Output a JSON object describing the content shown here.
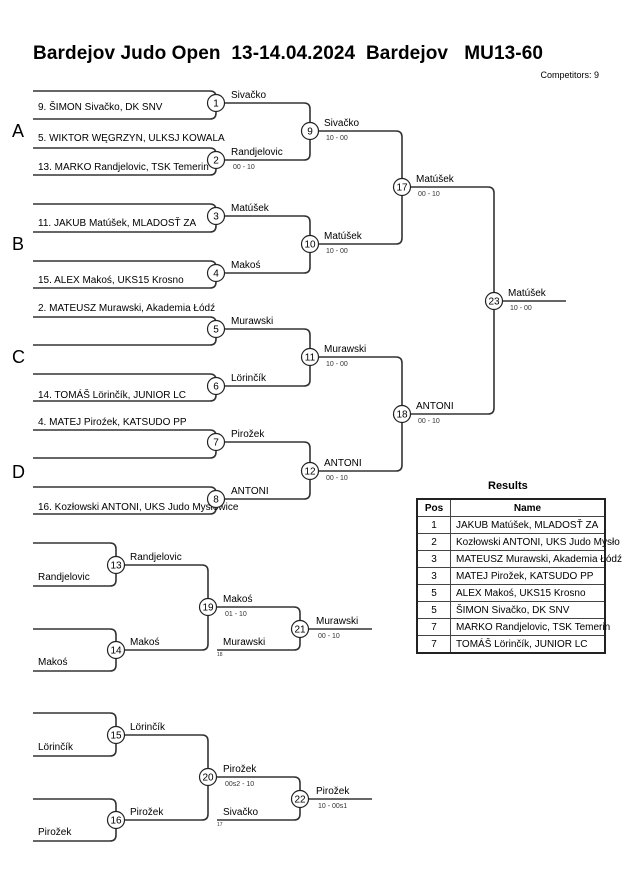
{
  "header": {
    "title": "Bardejov Judo Open  13-14.04.2024  Bardejov   MU13-60",
    "competitors": "Competitors: 9"
  },
  "pools": [
    "A",
    "B",
    "C",
    "D"
  ],
  "entrants": [
    "9. ŠIMON Sivačko, DK SNV",
    "5. WIKTOR WĘGRZYN, ULKSJ KOWALA",
    "13. MARKO Randjelovic, TSK Temerin",
    "11. JAKUB Matúšek, MLADOSŤ ZA",
    "15. ALEX Makoś, UKS15 Krosno",
    "2. MATEUSZ Murawski, Akademia Łódź",
    "14. TOMÁŠ Lörinčík, JUNIOR LC",
    "4. MATEJ Piroźek, KATSUDO PP",
    "16. Kozłowski ANTONI, UKS Judo Mysłowice"
  ],
  "matches": [
    {
      "id": "1",
      "winner": "Sivačko",
      "score": ""
    },
    {
      "id": "2",
      "winner": "Randjelovic",
      "score": "00 - 10"
    },
    {
      "id": "3",
      "winner": "Matúšek",
      "score": ""
    },
    {
      "id": "4",
      "winner": "Makoś",
      "score": ""
    },
    {
      "id": "5",
      "winner": "Murawski",
      "score": ""
    },
    {
      "id": "6",
      "winner": "Lörinčík",
      "score": ""
    },
    {
      "id": "7",
      "winner": "Pirožek",
      "score": ""
    },
    {
      "id": "8",
      "winner": "ANTONI",
      "score": ""
    },
    {
      "id": "9",
      "winner": "Sivačko",
      "score": "10 - 00"
    },
    {
      "id": "10",
      "winner": "Matúšek",
      "score": "10 - 00"
    },
    {
      "id": "11",
      "winner": "Murawski",
      "score": "10 - 00"
    },
    {
      "id": "12",
      "winner": "ANTONI",
      "score": "00 - 10"
    },
    {
      "id": "17",
      "winner": "Matúšek",
      "score": "00 - 10"
    },
    {
      "id": "18",
      "winner": "ANTONI",
      "score": "00 - 10"
    },
    {
      "id": "23",
      "winner": "Matúšek",
      "score": "10 - 00"
    }
  ],
  "repechage": [
    {
      "entrants": [
        "Randjelovic",
        "Makoś"
      ],
      "m_a": {
        "id": "13",
        "winner": "Randjelovic"
      },
      "m_b": {
        "id": "14",
        "winner": "Makoś"
      },
      "m_c": {
        "id": "19",
        "winner": "Makoś",
        "score": "01 - 10"
      },
      "crossover": {
        "name": "Murawski",
        "from": "18"
      },
      "final": {
        "id": "21",
        "winner": "Murawski",
        "score": "00 - 10"
      }
    },
    {
      "entrants": [
        "Lörinčík",
        "Pirožek"
      ],
      "m_a": {
        "id": "15",
        "winner": "Lörinčík"
      },
      "m_b": {
        "id": "16",
        "winner": "Pirožek"
      },
      "m_c": {
        "id": "20",
        "winner": "Pirožek",
        "score": "00s2 - 10"
      },
      "crossover": {
        "name": "Sivačko",
        "from": "17"
      },
      "final": {
        "id": "22",
        "winner": "Pirožek",
        "score": "10 - 00s1"
      }
    }
  ],
  "results": {
    "title": "Results",
    "headers": [
      "Pos",
      "Name"
    ],
    "rows": [
      {
        "pos": "1",
        "name": "JAKUB Matúšek, MLADOSŤ ZA"
      },
      {
        "pos": "2",
        "name": "Kozłowski ANTONI, UKS Judo Mysło"
      },
      {
        "pos": "3",
        "name": "MATEUSZ Murawski, Akademia Łódź"
      },
      {
        "pos": "3",
        "name": "MATEJ Pirožek, KATSUDO PP"
      },
      {
        "pos": "5",
        "name": "ALEX Makoś, UKS15 Krosno"
      },
      {
        "pos": "5",
        "name": "ŠIMON Sivačko, DK SNV"
      },
      {
        "pos": "7",
        "name": "MARKO Randjelovic, TSK Temerin"
      },
      {
        "pos": "7",
        "name": "TOMÁŠ Lörinčík, JUNIOR LC"
      }
    ]
  }
}
